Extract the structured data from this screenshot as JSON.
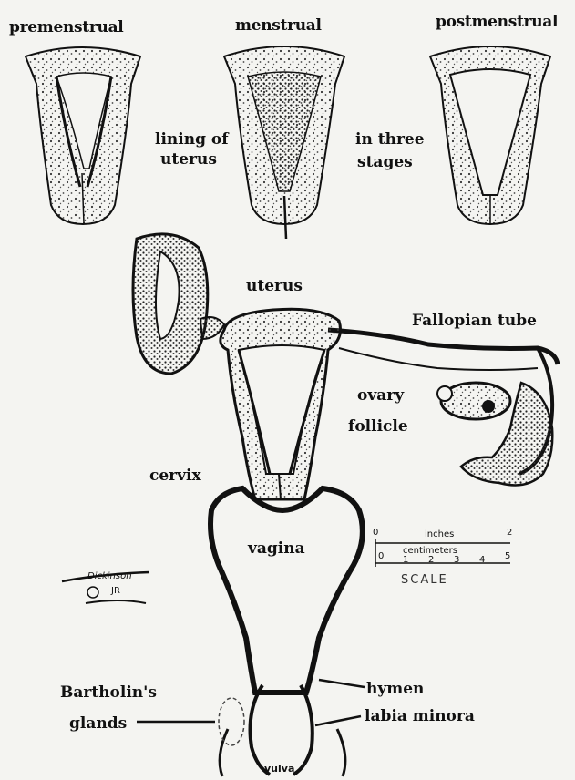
{
  "stages": [
    {
      "label": "premenstrual"
    },
    {
      "label": "menstrual"
    },
    {
      "label": "postmenstrual"
    }
  ],
  "stage_caption": {
    "left": [
      "lining of",
      "uterus"
    ],
    "right": [
      "in three",
      "stages"
    ]
  },
  "labels": {
    "uterus": "uterus",
    "fallopian_tube": "Fallopian tube",
    "ovary": "ovary",
    "follicle": "follicle",
    "cervix": "cervix",
    "vagina": "vagina",
    "bartholins_glands": [
      "Bartholin's",
      "glands"
    ],
    "hymen": "hymen",
    "labia_minora": "labia minora",
    "vulva": "vulva"
  },
  "scale": {
    "inches_label": "inches",
    "inches_ticks": [
      "0",
      "2"
    ],
    "cm_label": "centimeters",
    "cm_ticks": [
      "0",
      "1",
      "2",
      "3",
      "4",
      "5"
    ],
    "title": "SCALE"
  },
  "signature": {
    "line1": "Dickinson",
    "line2": "JR"
  },
  "colors": {
    "ink": "#111111",
    "paper": "#f4f4f1",
    "stipple": "#5a5a5a"
  }
}
